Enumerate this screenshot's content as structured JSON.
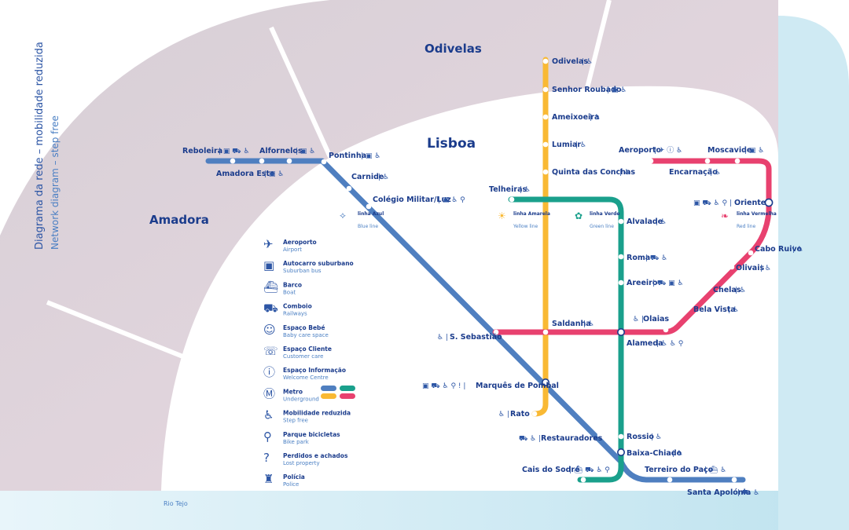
{
  "side_titles": {
    "pt": "Diagrama da rede – mobilidade reduzida",
    "en": "Network diagram – step free"
  },
  "zones": {
    "odivelas": "Odivelas",
    "lisboa": "Lisboa",
    "amadora": "Amadora"
  },
  "river": "Rio Tejo",
  "colors": {
    "blue": "#4f7fc0",
    "yellow": "#f9b934",
    "green": "#1aa08c",
    "red": "#e8416f",
    "text": "#1b3c8c"
  },
  "lines": {
    "blue": {
      "pt": "linha Azul",
      "en": "Blue line"
    },
    "yellow": {
      "pt": "linha Amarela",
      "en": "Yellow line"
    },
    "green": {
      "pt": "linha Verde",
      "en": "Green line"
    },
    "red": {
      "pt": "linha Vermelha",
      "en": "Red line"
    }
  },
  "stations": {
    "reboleira": "Reboleira",
    "amadora_este": "Amadora Este",
    "alfornelos": "Alfornelos",
    "pontinha": "Pontinha",
    "carnide": "Carnide",
    "colegio_militar": "Colégio Militar/Luz",
    "odivelas": "Odivelas",
    "senhor_roubado": "Senhor Roubado",
    "ameixoeira": "Ameixoeira",
    "lumiar": "Lumiar",
    "quinta_conchas": "Quinta das Conchas",
    "telheiras": "Telheiras",
    "aeroporto": "Aeroporto",
    "moscavide": "Moscavide",
    "encarnacao": "Encarnação",
    "oriente": "Oriente",
    "alvalade": "Alvalade",
    "cabo_ruivo": "Cabo Ruivo",
    "roma": "Roma",
    "olivais": "Olivais",
    "areeiro": "Areeiro",
    "chelas": "Chelas",
    "bela_vista": "Bela Vista",
    "olaias": "Olaias",
    "saldanha": "Saldanha",
    "s_sebastiao": "S. Sebastião",
    "alameda": "Alameda",
    "marques_pombal": "Marquês de Pombal",
    "rato": "Rato",
    "restauradores": "Restauradores",
    "rossio": "Rossio",
    "baixa_chiado": "Baixa-Chiado",
    "cais_sodre": "Cais do Sodré",
    "terreiro_paco": "Terreiro do Paço",
    "santa_apolonia": "Santa Apolónia"
  },
  "legend": [
    {
      "icon": "airplane-icon",
      "pt": "Aeroporto",
      "en": "Airport"
    },
    {
      "icon": "bus-icon",
      "pt": "Autocarro suburbano",
      "en": "Suburban bus"
    },
    {
      "icon": "boat-icon",
      "pt": "Barco",
      "en": "Boat"
    },
    {
      "icon": "train-icon",
      "pt": "Comboio",
      "en": "Railways"
    },
    {
      "icon": "baby-care-icon",
      "pt": "Espaço Bebé",
      "en": "Baby care space"
    },
    {
      "icon": "customer-care-icon",
      "pt": "Espaço Cliente",
      "en": "Customer care"
    },
    {
      "icon": "info-icon",
      "pt": "Espaço Informação",
      "en": "Welcome Centre"
    },
    {
      "icon": "metro-icon",
      "pt": "Metro",
      "en": "Underground"
    },
    {
      "icon": "wheelchair-icon",
      "pt": "Mobilidade reduzida",
      "en": "Step free"
    },
    {
      "icon": "bicycle-icon",
      "pt": "Parque bicicletas",
      "en": "Bike park"
    },
    {
      "icon": "lost-property-icon",
      "pt": "Perdidos e achados",
      "en": "Lost property"
    },
    {
      "icon": "police-icon",
      "pt": "Polícia",
      "en": "Police"
    }
  ]
}
